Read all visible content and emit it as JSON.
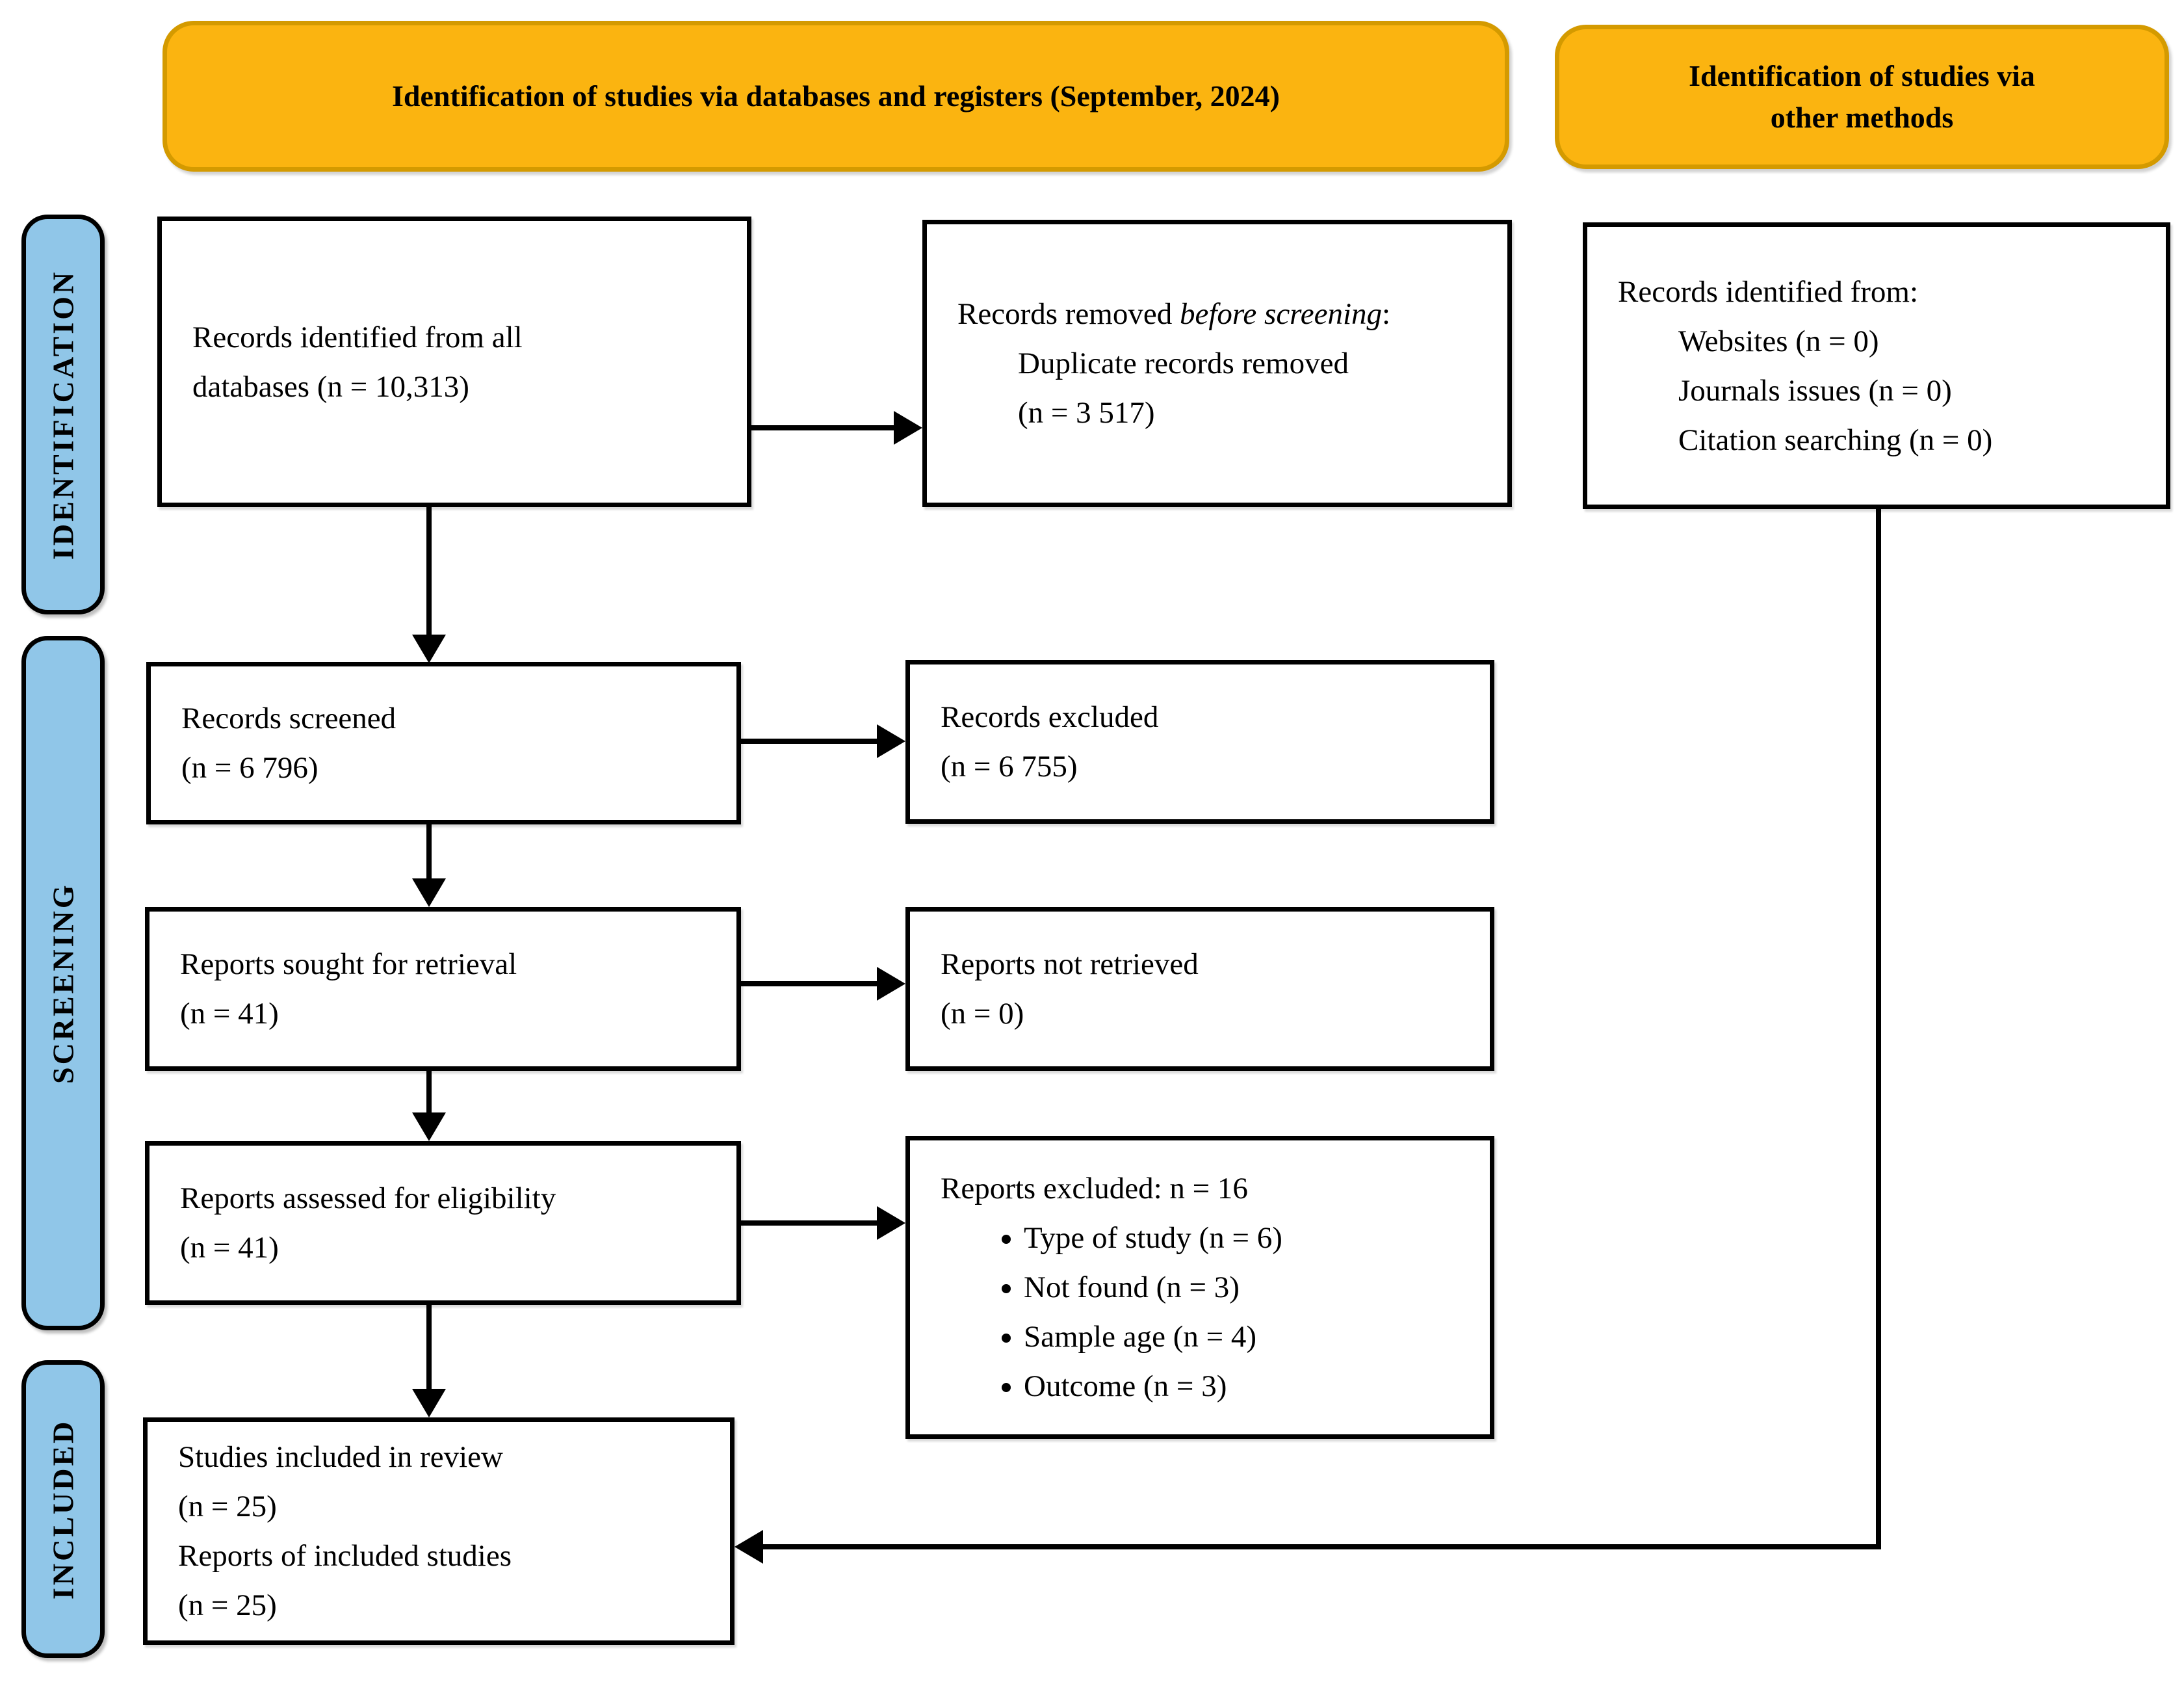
{
  "banner_main": {
    "label": "Identification of studies via databases and registers (September, 2024)"
  },
  "banner_other": {
    "line1": "Identification of studies via",
    "line2": "other methods"
  },
  "stages": {
    "identification": "IDENTIFICATION",
    "screening": "SCREENING",
    "included": "INCLUDED"
  },
  "boxes": {
    "records_identified": {
      "line1": "Records identified from all",
      "line2": "databases (n = 10,313)"
    },
    "records_removed": {
      "prefix": "Records removed ",
      "italic": "before screening",
      "suffix": ":",
      "line2": "Duplicate records removed",
      "line3": "(n = 3 517)"
    },
    "other_records": {
      "title": "Records identified from:",
      "items": [
        "Websites (n = 0)",
        "Journals issues (n = 0)",
        "Citation searching (n = 0)"
      ]
    },
    "records_screened": {
      "line1": "Records screened",
      "line2": "(n = 6 796)"
    },
    "records_excluded": {
      "line1": "Records excluded",
      "line2": "(n = 6 755)"
    },
    "reports_sought": {
      "line1": "Reports sought for retrieval",
      "line2": "(n = 41)"
    },
    "reports_not_retrieved": {
      "line1": "Reports not retrieved",
      "line2": "(n = 0)"
    },
    "reports_assessed": {
      "line1": "Reports assessed for eligibility",
      "line2": "(n = 41)"
    },
    "reports_excluded": {
      "title": "Reports excluded: n = 16",
      "items": [
        "Type of study (n = 6)",
        "Not found (n = 3)",
        "Sample age (n = 4)",
        "Outcome (n = 3)"
      ]
    },
    "studies_included": {
      "line1": "Studies included in review",
      "line2": "(n = 25)",
      "line3": "Reports of included studies",
      "line4": "(n = 25)"
    }
  },
  "colors": {
    "banner_fill": "#FBB410",
    "banner_border": "#D49A00",
    "stage_fill": "#90C6E8"
  }
}
